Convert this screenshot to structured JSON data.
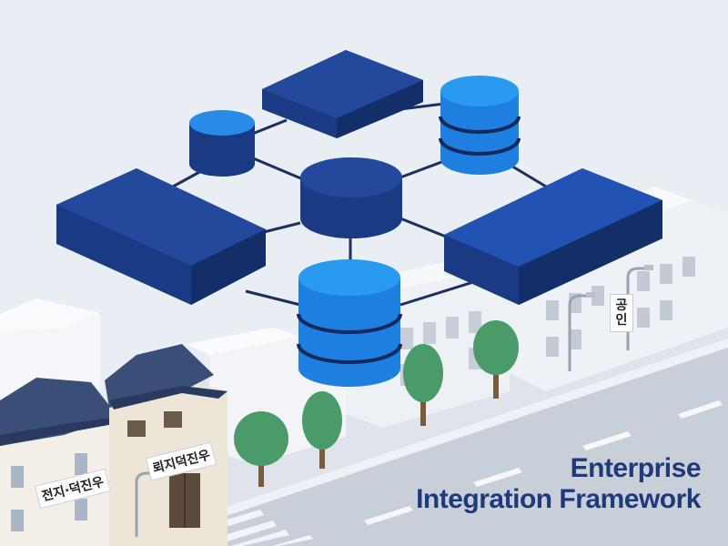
{
  "title": {
    "line1": "Enterprise",
    "line2": "Integration Framework"
  },
  "signs": {
    "left_building": "전지·덕진우",
    "middle_building": "뢰지덕진우",
    "right_pole": "공인"
  },
  "colors": {
    "title": "#1e3a7a",
    "navy_block": "#1c3f8f",
    "bright_db": "#1e7fe0",
    "street": "#c9cfd9",
    "tree": "#4a9a6a",
    "roof": "#3a4e78"
  }
}
